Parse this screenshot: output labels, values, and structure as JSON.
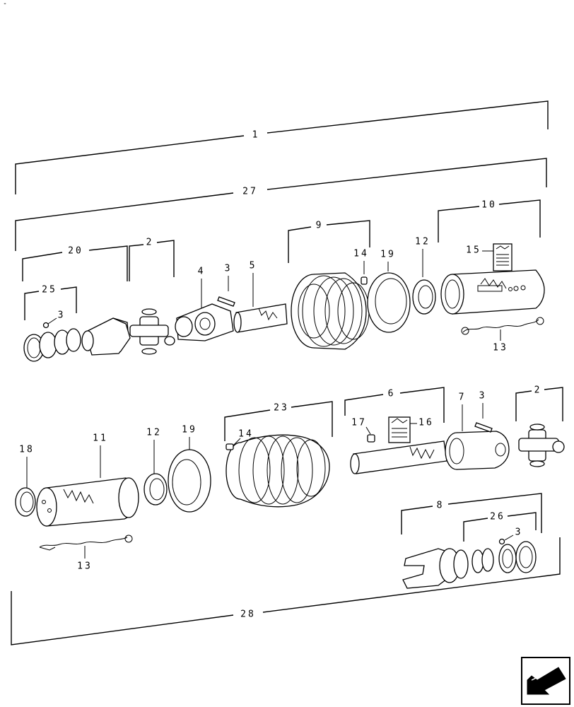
{
  "corner_mark": "-",
  "labels": {
    "l1": "1",
    "l27": "27",
    "l28": "28",
    "l20": "20",
    "l2a": "2",
    "l25": "25",
    "l3a": "3",
    "l4": "4",
    "l3b": "3",
    "l5": "5",
    "l9": "9",
    "l14a": "14",
    "l19a": "19",
    "l12a": "12",
    "l10": "10",
    "l15": "15",
    "l13a": "13",
    "l23": "23",
    "l14b": "14",
    "l6": "6",
    "l17": "17",
    "l16": "16",
    "l7": "7",
    "l3c": "3",
    "l2b": "2",
    "l18": "18",
    "l11": "11",
    "l12b": "12",
    "l19b": "19",
    "l13b": "13",
    "l8": "8",
    "l26": "26",
    "l3d": "3"
  },
  "nav_icon": "next-page-arrow-icon"
}
